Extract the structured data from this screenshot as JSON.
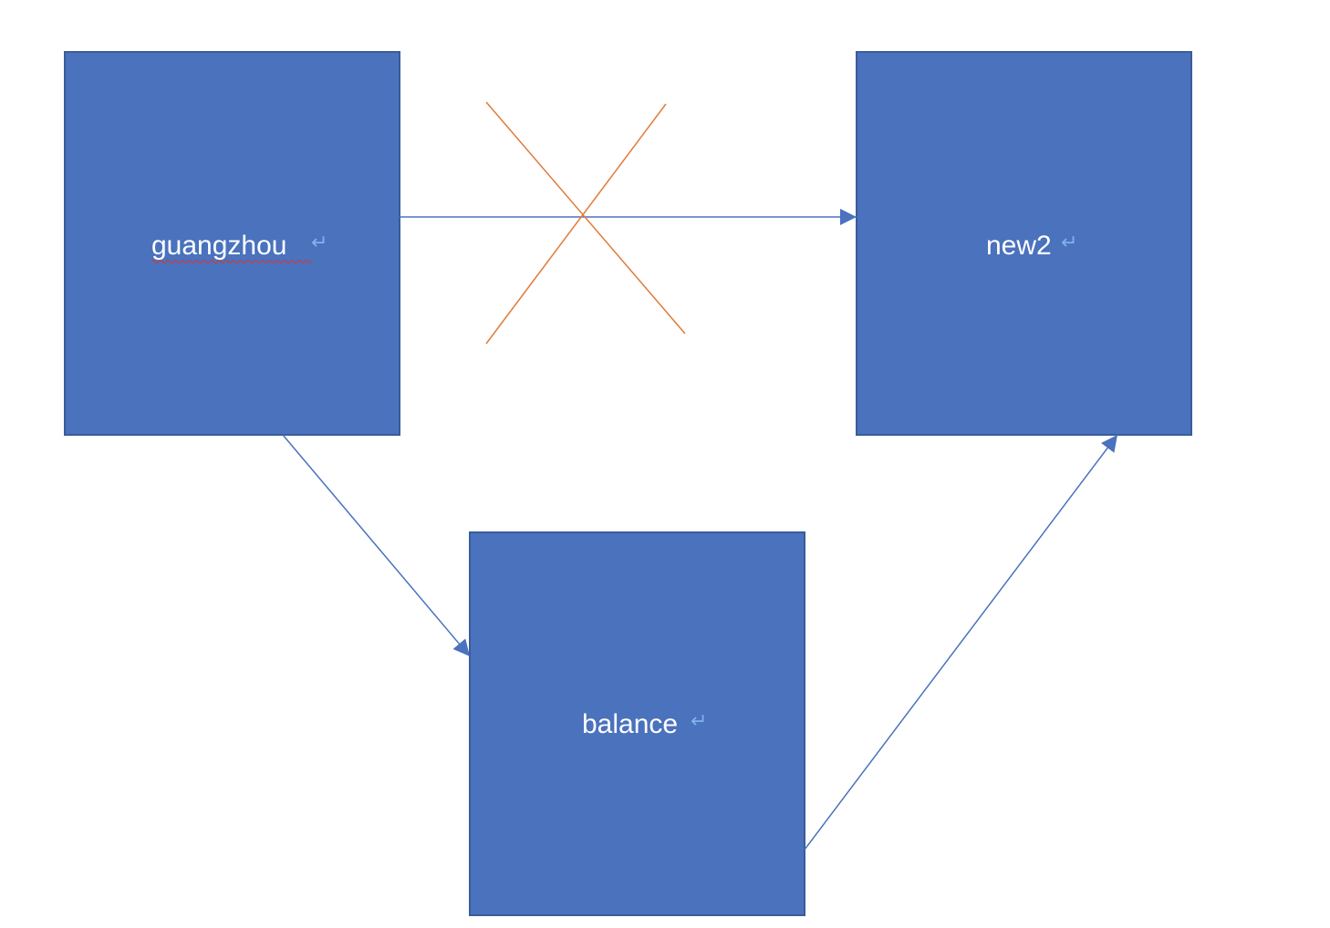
{
  "diagram": {
    "colors": {
      "node_fill": "#4a72bd",
      "node_stroke": "#3a5c99",
      "edge": "#4a72bd",
      "cross": "#e07b39",
      "return_mark": "#7fb2ec",
      "spell_underline": "#e0332a"
    },
    "nodes": {
      "guangzhou": {
        "label": "guangzhou",
        "mark": "↵"
      },
      "new2": {
        "label": "new2",
        "mark": "↵"
      },
      "balance": {
        "label": "balance",
        "mark": "↵"
      }
    },
    "edges": [
      {
        "from": "guangzhou",
        "to": "new2",
        "blocked": true
      },
      {
        "from": "guangzhou",
        "to": "balance",
        "blocked": false
      },
      {
        "from": "balance",
        "to": "new2",
        "blocked": false
      }
    ]
  }
}
